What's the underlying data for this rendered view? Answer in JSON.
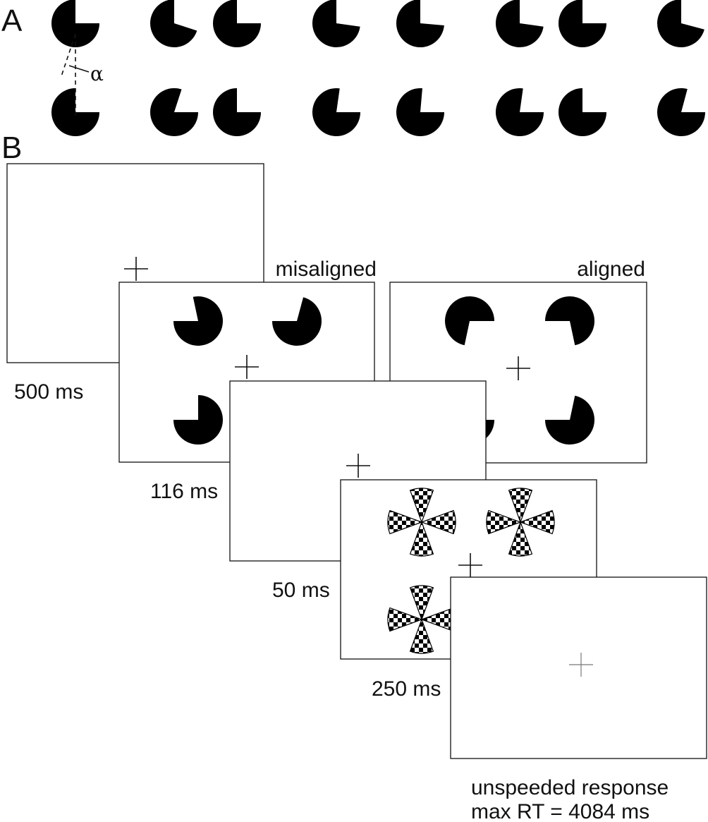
{
  "panels": {
    "a": {
      "letter": "A",
      "angle_symbol": "α"
    },
    "b": {
      "letter": "B"
    }
  },
  "conditions": {
    "misaligned": "misaligned",
    "aligned": "aligned"
  },
  "timings": {
    "fixation": "500 ms",
    "inducers": "116 ms",
    "blank": "50 ms",
    "mask": "250 ms"
  },
  "response": {
    "line1": "unspeeded response",
    "line2": "max RT = 4084 ms"
  },
  "colors": {
    "ink": "#000000",
    "frame_stroke": "#111111",
    "background": "#ffffff",
    "response_fixation": "#777777"
  }
}
